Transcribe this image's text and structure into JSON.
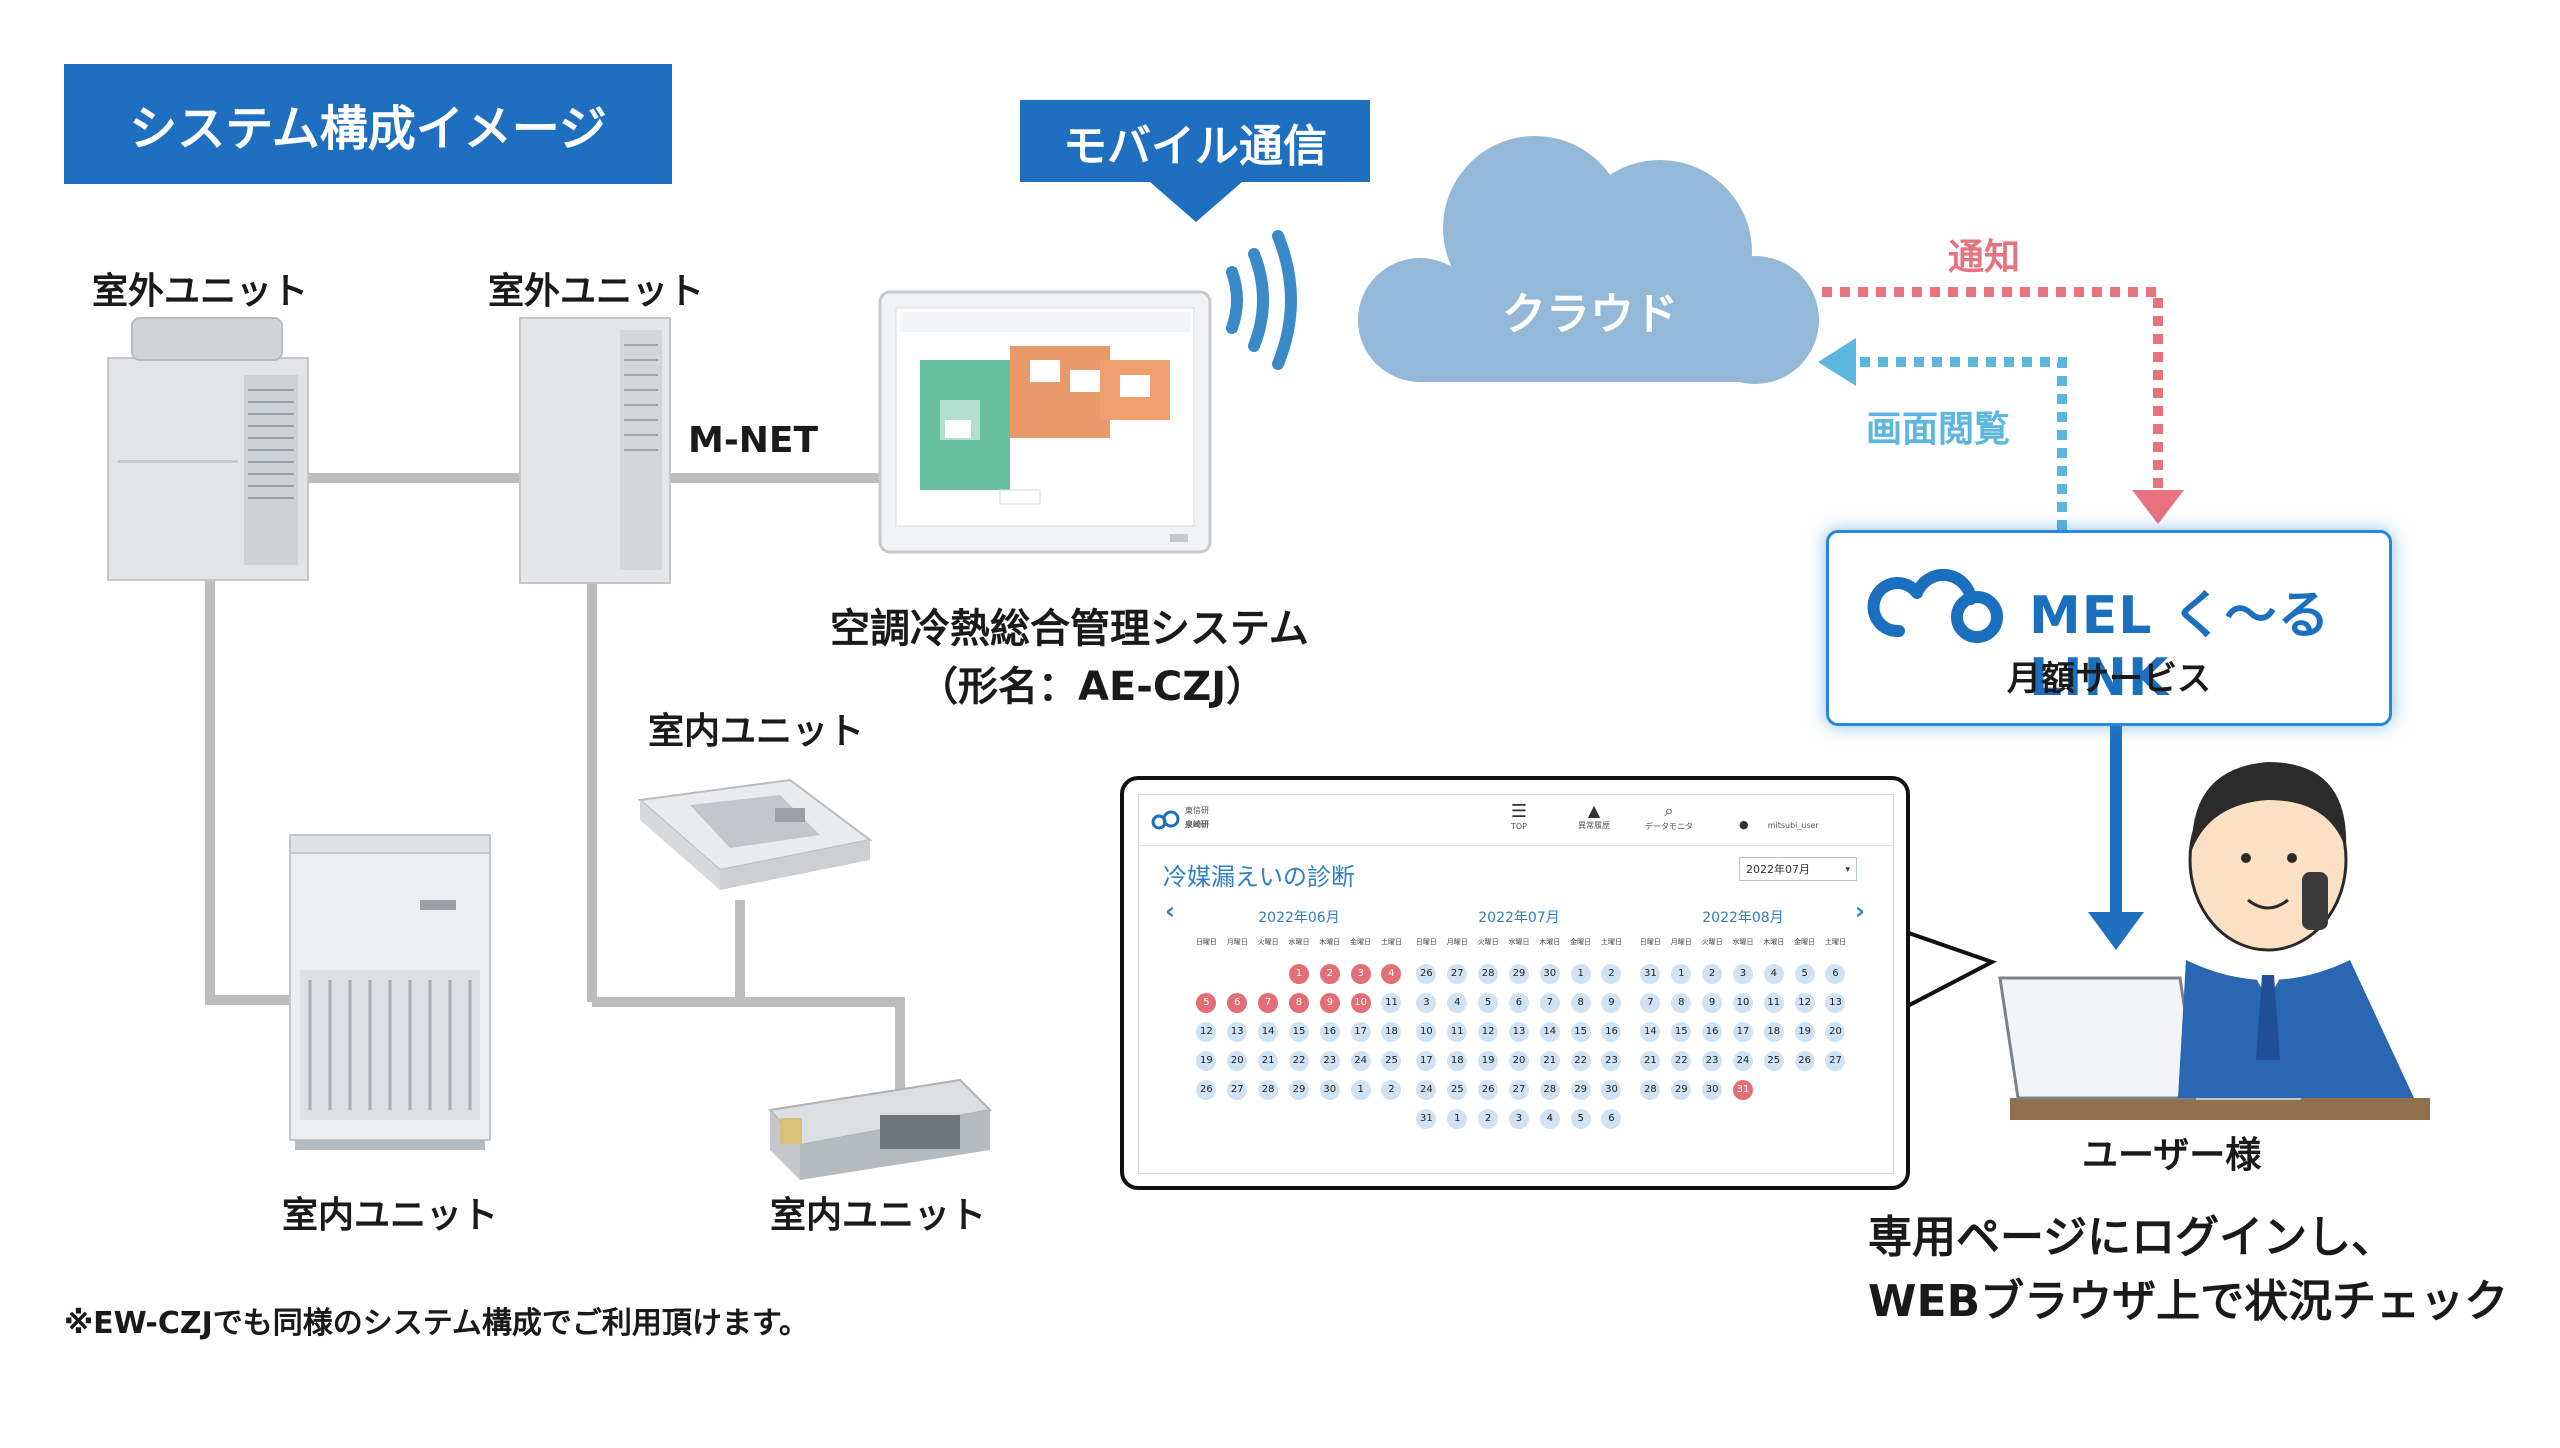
{
  "title": "システム構成イメージ",
  "mobile": "モバイル通信",
  "units": {
    "outdoor_left": "室外ユニット",
    "outdoor_mid": "室外ユニット",
    "indoor_cassette": "室内ユニット",
    "indoor_floor": "室内ユニット",
    "indoor_duct": "室内ユニット"
  },
  "mnet": "M-NET",
  "controller": {
    "name": "空調冷熱総合管理システム",
    "model": "（形名：AE-CZJ）"
  },
  "cloud": "クラウド",
  "arrows": {
    "notify": "通知",
    "view": "画面閲覧"
  },
  "mel": {
    "brand": "MEL く〜る LINK",
    "sub": "月額サービス"
  },
  "user": "ユーザー様",
  "user_note": [
    "専用ページにログインし、",
    "WEBブラウザ上で状況チェック"
  ],
  "footnote": "※EW-CZJでも同様のシステム構成でご利用頂けます。",
  "colors": {
    "title_bg": "#1e6fc0",
    "cloud": "#94b8d8",
    "notify": "#e8727e",
    "view": "#5bb6e0",
    "line": "#bdbdbd",
    "brand": "#1a6fbf"
  },
  "screen": {
    "header": {
      "site_line1": "東信研",
      "site_line2": "泉崎研",
      "top": "TOP",
      "alarm": "異常履歴",
      "monitor": "データモニタ",
      "user": "mitsubi_user"
    },
    "title": "冷媒漏えいの診断",
    "month_select": "2022年07月",
    "weekdays": [
      "日曜日",
      "月曜日",
      "火曜日",
      "水曜日",
      "木曜日",
      "金曜日",
      "土曜日"
    ],
    "months": [
      {
        "title": "2022年06月",
        "rows": [
          [
            null,
            null,
            null,
            {
              "d": "1",
              "s": "leak"
            },
            {
              "d": "2",
              "s": "leak"
            },
            {
              "d": "3",
              "s": "leak"
            },
            {
              "d": "4",
              "s": "leak"
            }
          ],
          [
            {
              "d": "5",
              "s": "leak"
            },
            {
              "d": "6",
              "s": "leak"
            },
            {
              "d": "7",
              "s": "leak"
            },
            {
              "d": "8",
              "s": "leak"
            },
            {
              "d": "9",
              "s": "leak"
            },
            {
              "d": "10",
              "s": "leak"
            },
            {
              "d": "11",
              "s": "on"
            }
          ],
          [
            {
              "d": "12",
              "s": "on"
            },
            {
              "d": "13",
              "s": "on"
            },
            {
              "d": "14",
              "s": "on"
            },
            {
              "d": "15",
              "s": "on"
            },
            {
              "d": "16",
              "s": "on"
            },
            {
              "d": "17",
              "s": "on"
            },
            {
              "d": "18",
              "s": "on"
            }
          ],
          [
            {
              "d": "19",
              "s": "on"
            },
            {
              "d": "20",
              "s": "on"
            },
            {
              "d": "21",
              "s": "on"
            },
            {
              "d": "22",
              "s": "on"
            },
            {
              "d": "23",
              "s": "on"
            },
            {
              "d": "24",
              "s": "on"
            },
            {
              "d": "25",
              "s": "on"
            }
          ],
          [
            {
              "d": "26",
              "s": "on"
            },
            {
              "d": "27",
              "s": "on"
            },
            {
              "d": "28",
              "s": "on"
            },
            {
              "d": "29",
              "s": "on"
            },
            {
              "d": "30",
              "s": "on"
            },
            {
              "d": "1",
              "s": "on"
            },
            {
              "d": "2",
              "s": "on"
            }
          ]
        ]
      },
      {
        "title": "2022年07月",
        "rows": [
          [
            {
              "d": "26",
              "s": "on"
            },
            {
              "d": "27",
              "s": "on"
            },
            {
              "d": "28",
              "s": "on"
            },
            {
              "d": "29",
              "s": "on"
            },
            {
              "d": "30",
              "s": "on"
            },
            {
              "d": "1",
              "s": "on"
            },
            {
              "d": "2",
              "s": "on"
            }
          ],
          [
            {
              "d": "3",
              "s": "on"
            },
            {
              "d": "4",
              "s": "on"
            },
            {
              "d": "5",
              "s": "on"
            },
            {
              "d": "6",
              "s": "on"
            },
            {
              "d": "7",
              "s": "on"
            },
            {
              "d": "8",
              "s": "on"
            },
            {
              "d": "9",
              "s": "on"
            }
          ],
          [
            {
              "d": "10",
              "s": "on"
            },
            {
              "d": "11",
              "s": "on"
            },
            {
              "d": "12",
              "s": "on"
            },
            {
              "d": "13",
              "s": "on"
            },
            {
              "d": "14",
              "s": "on"
            },
            {
              "d": "15",
              "s": "on"
            },
            {
              "d": "16",
              "s": "on"
            }
          ],
          [
            {
              "d": "17",
              "s": "on"
            },
            {
              "d": "18",
              "s": "on"
            },
            {
              "d": "19",
              "s": "on"
            },
            {
              "d": "20",
              "s": "on"
            },
            {
              "d": "21",
              "s": "on"
            },
            {
              "d": "22",
              "s": "on"
            },
            {
              "d": "23",
              "s": "on"
            }
          ],
          [
            {
              "d": "24",
              "s": "on"
            },
            {
              "d": "25",
              "s": "on"
            },
            {
              "d": "26",
              "s": "on"
            },
            {
              "d": "27",
              "s": "on"
            },
            {
              "d": "28",
              "s": "on"
            },
            {
              "d": "29",
              "s": "on"
            },
            {
              "d": "30",
              "s": "on"
            }
          ],
          [
            {
              "d": "31",
              "s": "on"
            },
            {
              "d": "1",
              "s": "on"
            },
            {
              "d": "2",
              "s": "on"
            },
            {
              "d": "3",
              "s": "on"
            },
            {
              "d": "4",
              "s": "on"
            },
            {
              "d": "5",
              "s": "on"
            },
            {
              "d": "6",
              "s": "on"
            }
          ]
        ]
      },
      {
        "title": "2022年08月",
        "rows": [
          [
            {
              "d": "31",
              "s": "on"
            },
            {
              "d": "1",
              "s": "on"
            },
            {
              "d": "2",
              "s": "on"
            },
            {
              "d": "3",
              "s": "on"
            },
            {
              "d": "4",
              "s": "on"
            },
            {
              "d": "5",
              "s": "on"
            },
            {
              "d": "6",
              "s": "on"
            }
          ],
          [
            {
              "d": "7",
              "s": "on"
            },
            {
              "d": "8",
              "s": "on"
            },
            {
              "d": "9",
              "s": "on"
            },
            {
              "d": "10",
              "s": "on"
            },
            {
              "d": "11",
              "s": "on"
            },
            {
              "d": "12",
              "s": "on"
            },
            {
              "d": "13",
              "s": "on"
            }
          ],
          [
            {
              "d": "14",
              "s": "on"
            },
            {
              "d": "15",
              "s": "on"
            },
            {
              "d": "16",
              "s": "on"
            },
            {
              "d": "17",
              "s": "on"
            },
            {
              "d": "18",
              "s": "on"
            },
            {
              "d": "19",
              "s": "on"
            },
            {
              "d": "20",
              "s": "on"
            }
          ],
          [
            {
              "d": "21",
              "s": "on"
            },
            {
              "d": "22",
              "s": "on"
            },
            {
              "d": "23",
              "s": "on"
            },
            {
              "d": "24",
              "s": "on"
            },
            {
              "d": "25",
              "s": "on"
            },
            {
              "d": "26",
              "s": "on"
            },
            {
              "d": "27",
              "s": "on"
            }
          ],
          [
            {
              "d": "28",
              "s": "on"
            },
            {
              "d": "29",
              "s": "on"
            },
            {
              "d": "30",
              "s": "on"
            },
            {
              "d": "31",
              "s": "leak"
            },
            null,
            null,
            null
          ]
        ]
      }
    ]
  }
}
